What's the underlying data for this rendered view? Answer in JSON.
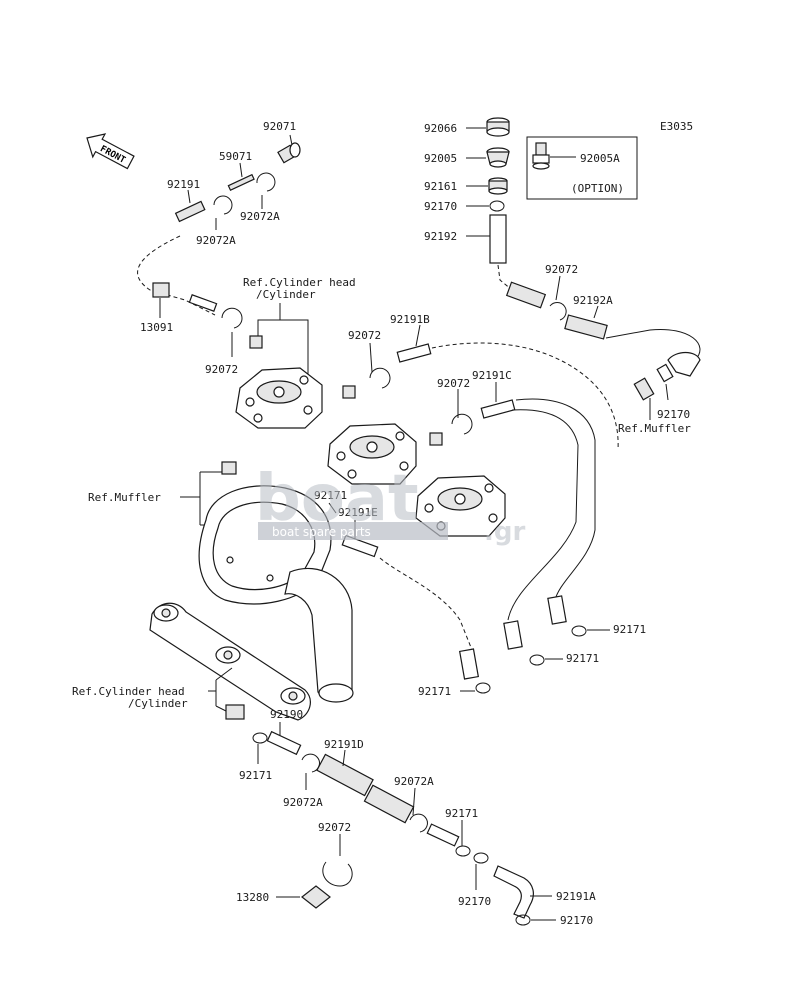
{
  "diagram_code": "E3035",
  "front_label": "FRONT",
  "option_label": "(OPTION)",
  "watermark": {
    "main": "boat",
    "sub": "boat spare parts",
    "domain": ".gr"
  },
  "parts": {
    "p92071": "92071",
    "p59071": "59071",
    "p92191_a": "92191",
    "p92072a_1": "92072A",
    "p92072a_2": "92072A",
    "p13091": "13091",
    "p92072_1": "92072",
    "p92066": "92066",
    "p92005": "92005",
    "p92005a": "92005A",
    "p92161": "92161",
    "p92170_1": "92170",
    "p92192": "92192",
    "p92072_2": "92072",
    "p92192a": "92192A",
    "p92170_2": "92170",
    "p92191b": "92191B",
    "p92072_3": "92072",
    "p92072_4": "92072",
    "p92191c": "92191C",
    "p92171_1": "92171",
    "p92191e": "92191E",
    "p92171_2": "92171",
    "p92171_3": "92171",
    "p92171_4": "92171",
    "p92190": "92190",
    "p92191d": "92191D",
    "p92171_5": "92171",
    "p92072a_3": "92072A",
    "p92072a_4": "92072A",
    "p92171_6": "92171",
    "p92072_5": "92072",
    "p13280": "13280",
    "p92170_3": "92170",
    "p92191a": "92191A",
    "p92170_4": "92170"
  },
  "refs": {
    "cyl_head_top_1": "Ref.Cylinder head",
    "cyl_head_top_2": "/Cylinder",
    "muffler_right": "Ref.Muffler",
    "muffler_left": "Ref.Muffler",
    "cyl_head_bot_1": "Ref.Cylinder head",
    "cyl_head_bot_2": "/Cylinder"
  }
}
